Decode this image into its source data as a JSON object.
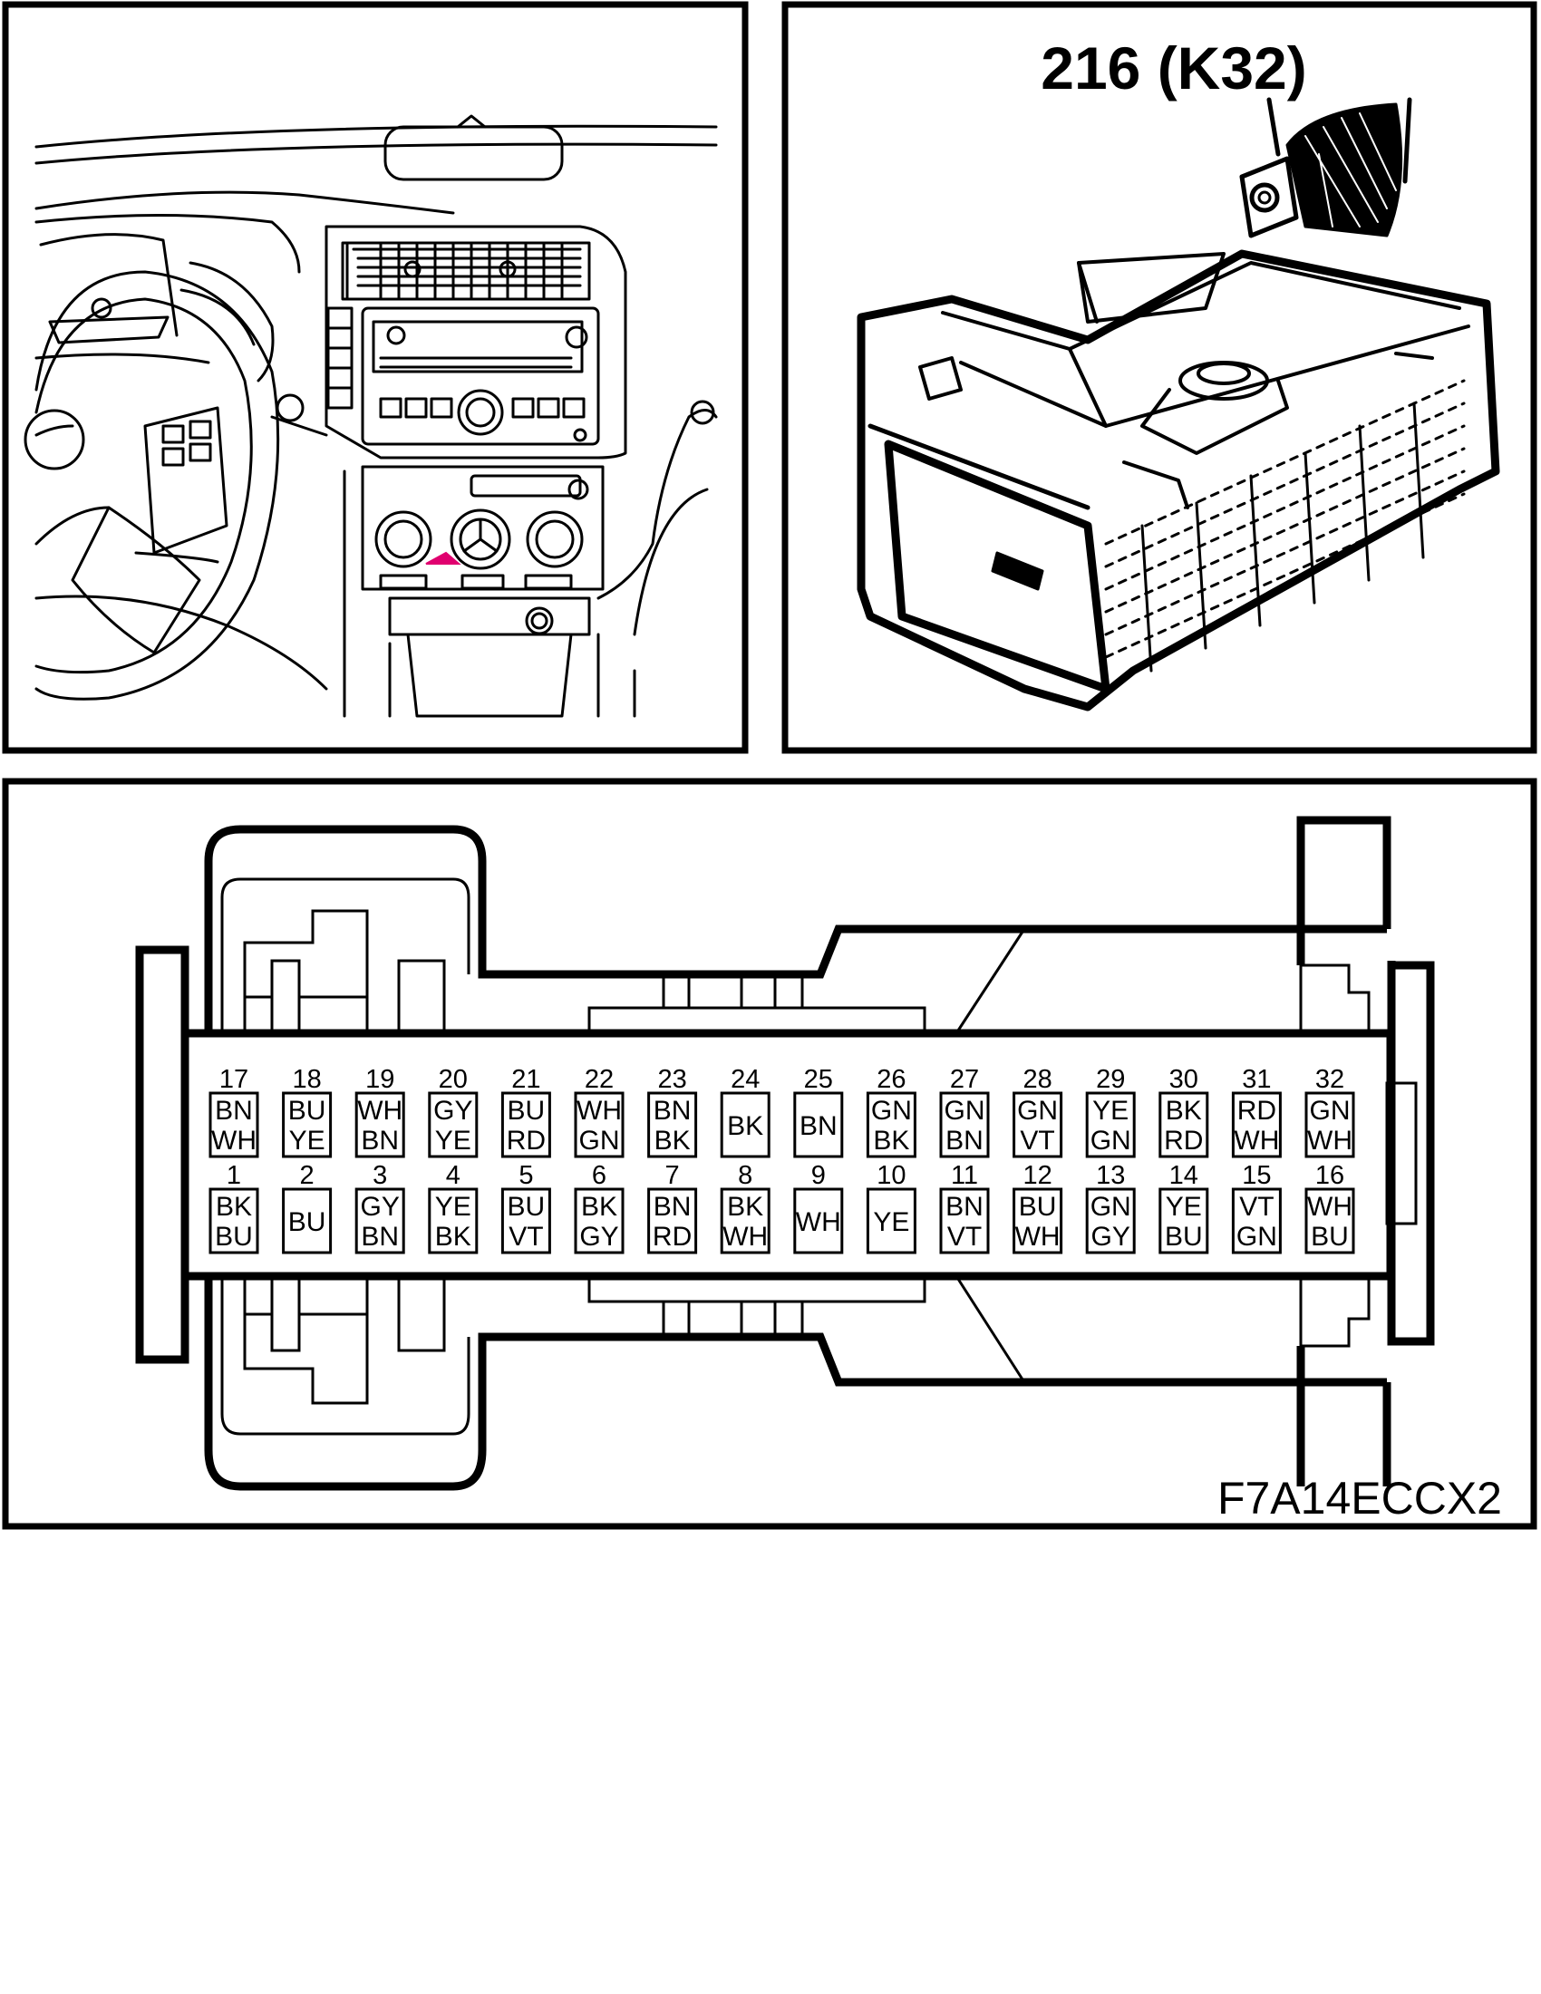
{
  "connector_title": "216 (K32)",
  "figure_code": "F7A14ECCX2",
  "highlight_color": "#e0006f",
  "pins_top": [
    {
      "num": "17",
      "wire": [
        "BN",
        "WH"
      ]
    },
    {
      "num": "18",
      "wire": [
        "BU",
        "YE"
      ]
    },
    {
      "num": "19",
      "wire": [
        "WH",
        "BN"
      ]
    },
    {
      "num": "20",
      "wire": [
        "GY",
        "YE"
      ]
    },
    {
      "num": "21",
      "wire": [
        "BU",
        "RD"
      ]
    },
    {
      "num": "22",
      "wire": [
        "WH",
        "GN"
      ]
    },
    {
      "num": "23",
      "wire": [
        "BN",
        "BK"
      ]
    },
    {
      "num": "24",
      "wire": [
        "BK"
      ]
    },
    {
      "num": "25",
      "wire": [
        "BN"
      ]
    },
    {
      "num": "26",
      "wire": [
        "GN",
        "BK"
      ]
    },
    {
      "num": "27",
      "wire": [
        "GN",
        "BN"
      ]
    },
    {
      "num": "28",
      "wire": [
        "GN",
        "VT"
      ]
    },
    {
      "num": "29",
      "wire": [
        "YE",
        "GN"
      ]
    },
    {
      "num": "30",
      "wire": [
        "BK",
        "RD"
      ]
    },
    {
      "num": "31",
      "wire": [
        "RD",
        "WH"
      ]
    },
    {
      "num": "32",
      "wire": [
        "GN",
        "WH"
      ]
    }
  ],
  "pins_bottom": [
    {
      "num": "1",
      "wire": [
        "BK",
        "BU"
      ]
    },
    {
      "num": "2",
      "wire": [
        "BU"
      ]
    },
    {
      "num": "3",
      "wire": [
        "GY",
        "BN"
      ]
    },
    {
      "num": "4",
      "wire": [
        "YE",
        "BK"
      ]
    },
    {
      "num": "5",
      "wire": [
        "BU",
        "VT"
      ]
    },
    {
      "num": "6",
      "wire": [
        "BK",
        "GY"
      ]
    },
    {
      "num": "7",
      "wire": [
        "BN",
        "RD"
      ]
    },
    {
      "num": "8",
      "wire": [
        "BK",
        "WH"
      ]
    },
    {
      "num": "9",
      "wire": [
        "WH"
      ]
    },
    {
      "num": "10",
      "wire": [
        "YE"
      ]
    },
    {
      "num": "11",
      "wire": [
        "BN",
        "VT"
      ]
    },
    {
      "num": "12",
      "wire": [
        "BU",
        "WH"
      ]
    },
    {
      "num": "13",
      "wire": [
        "GN",
        "GY"
      ]
    },
    {
      "num": "14",
      "wire": [
        "YE",
        "BU"
      ]
    },
    {
      "num": "15",
      "wire": [
        "VT",
        "GN"
      ]
    },
    {
      "num": "16",
      "wire": [
        "WH",
        "BU"
      ]
    }
  ]
}
